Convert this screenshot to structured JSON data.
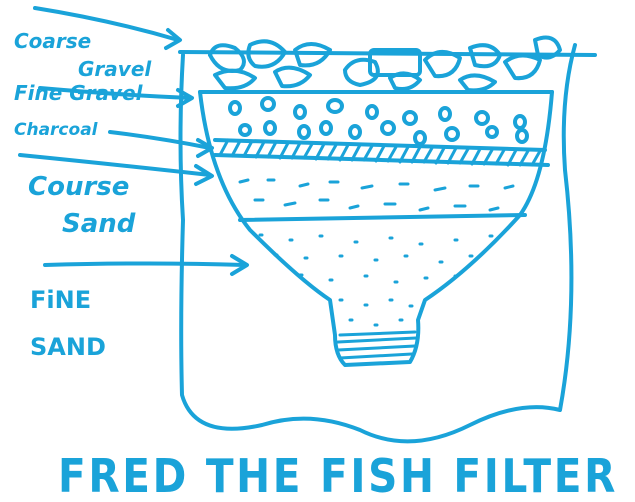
{
  "diagram": {
    "labels": {
      "coarse_gravel_line1": "Coarse",
      "coarse_gravel_line2": "Gravel",
      "fine_gravel": "Fine Gravel",
      "charcoal": "Charcoal",
      "coarse_sand_line1": "Course",
      "coarse_sand_line2": "Sand",
      "fine_sand_line1": "FiNE",
      "fine_sand_line2": "SAND"
    },
    "title": "FRED THE FISH FILTER",
    "ink_color": "#1aa3d9"
  }
}
